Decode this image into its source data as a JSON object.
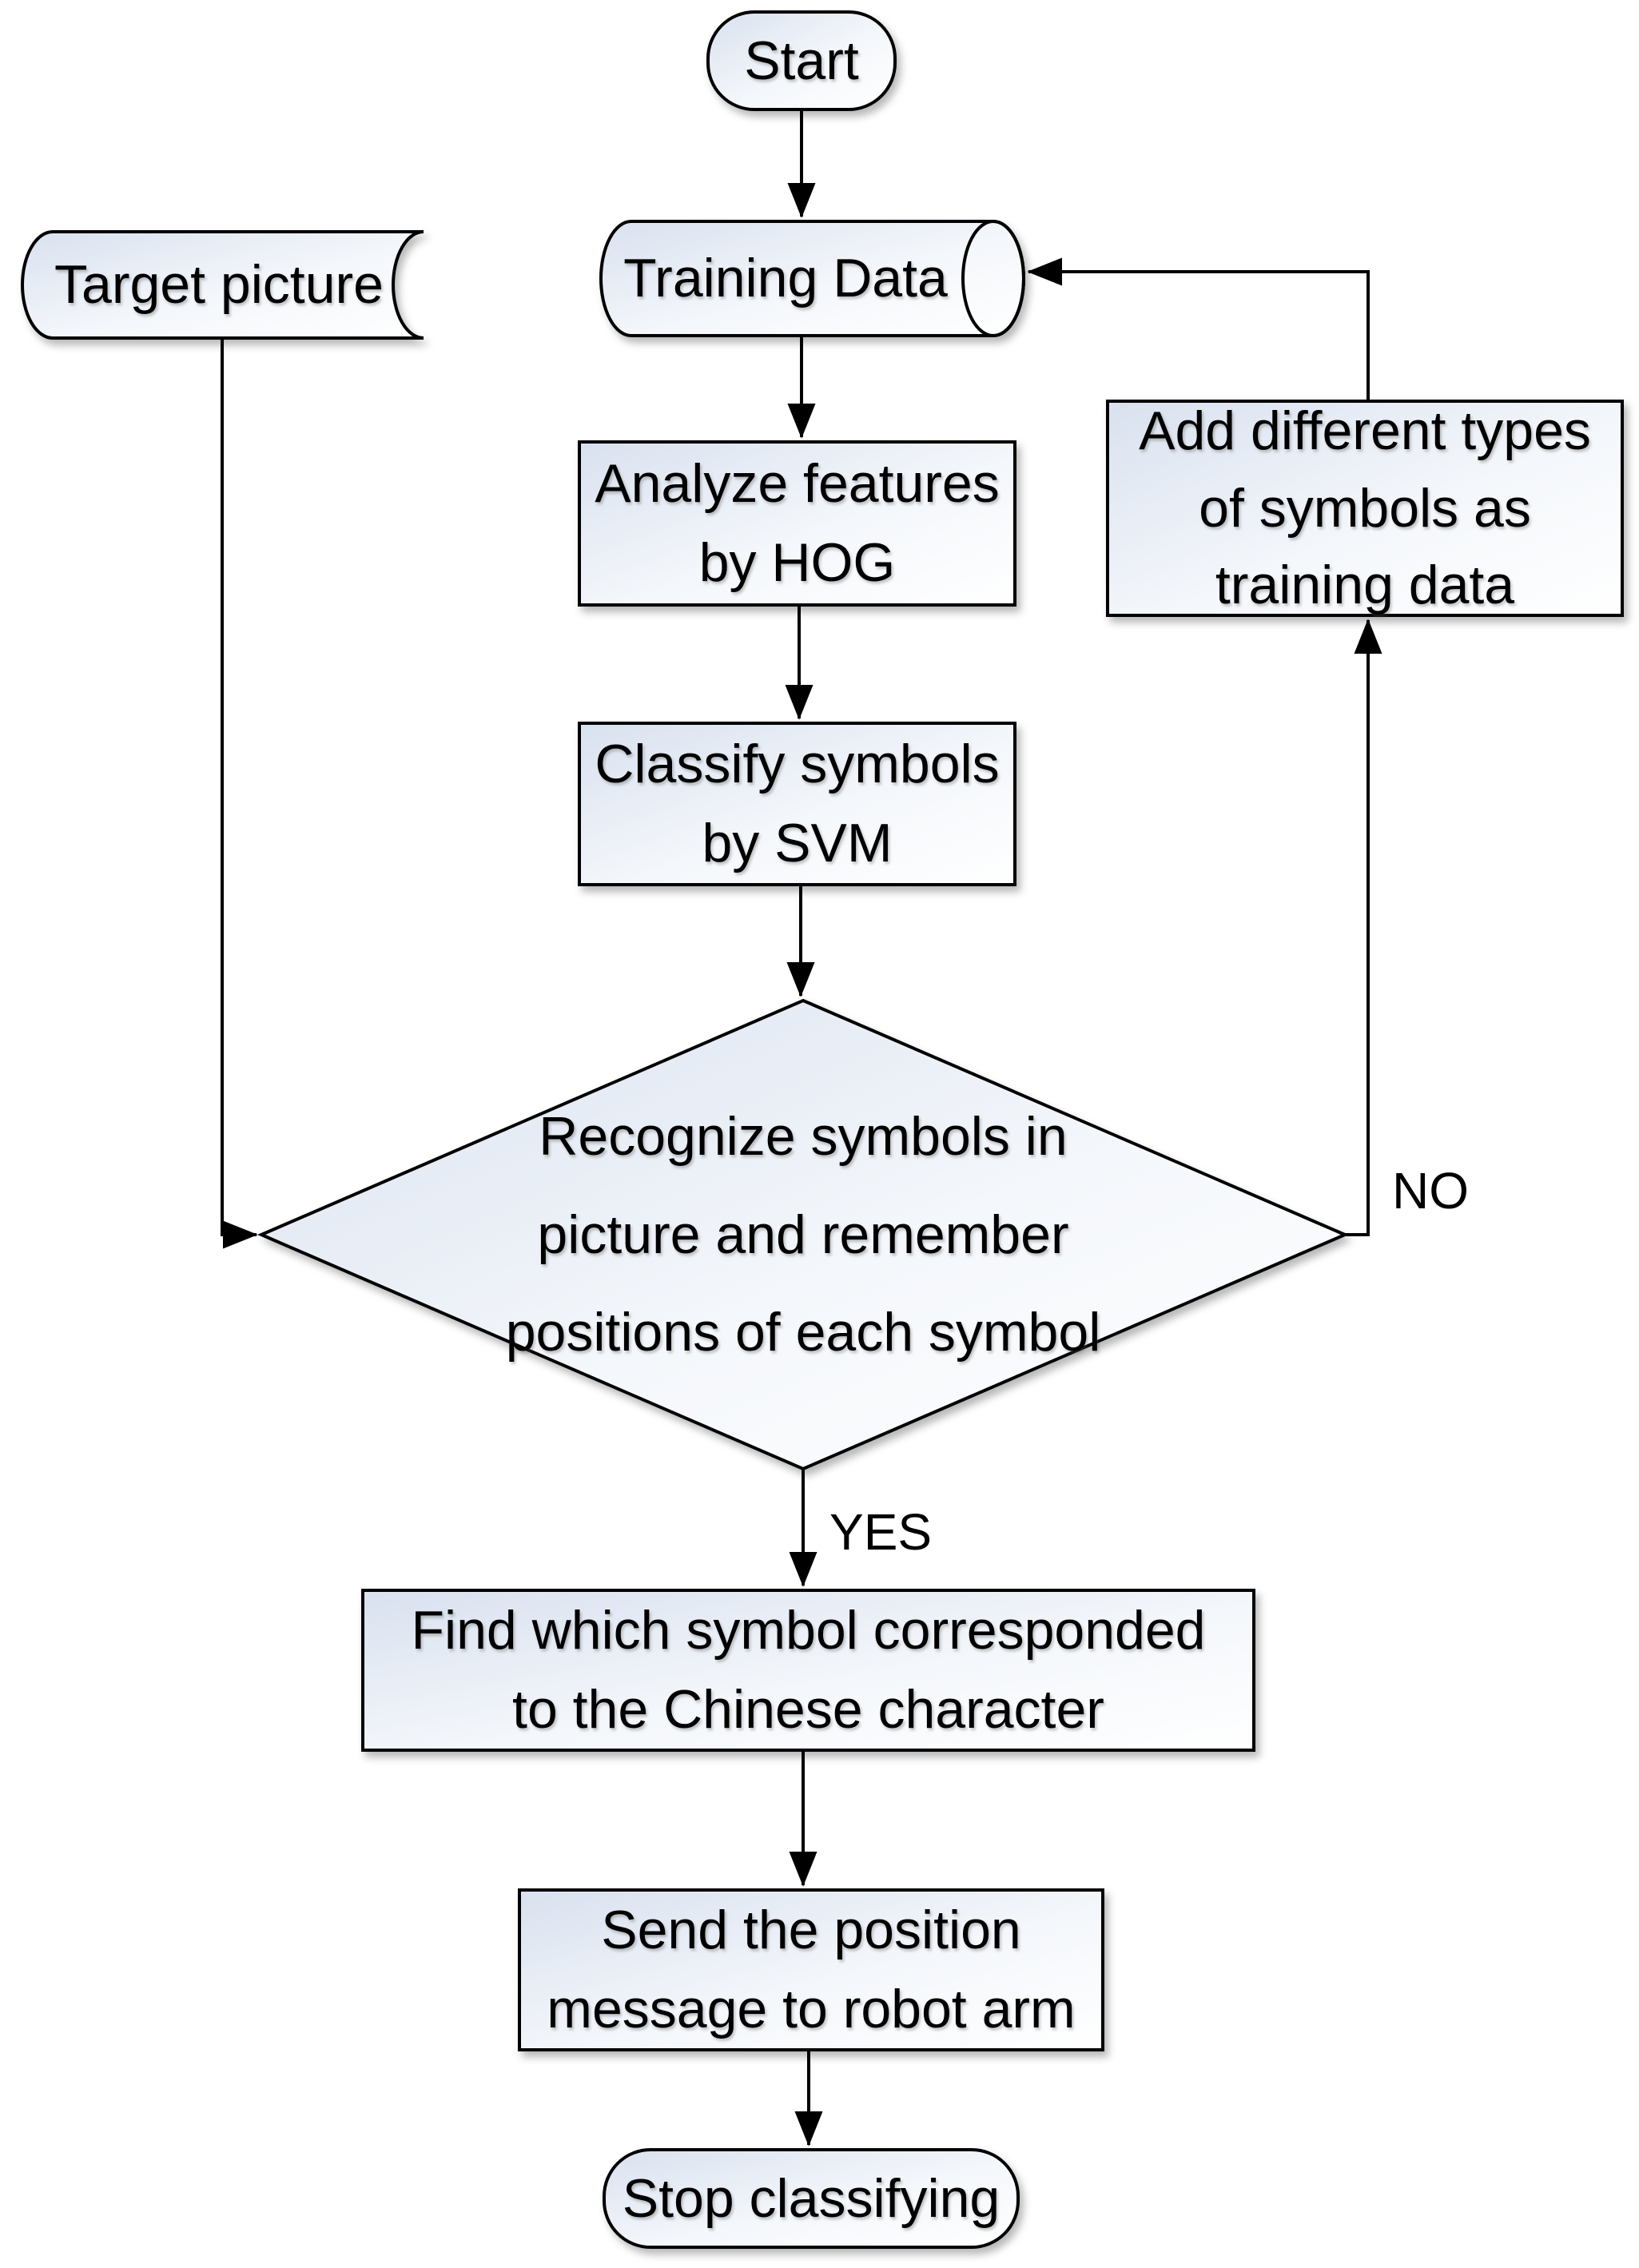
{
  "diagram": {
    "title": "Symbol classification flowchart",
    "nodes": {
      "start": {
        "type": "terminator",
        "label": "Start"
      },
      "target_picture": {
        "type": "stored-data",
        "label": "Target picture"
      },
      "training_data": {
        "type": "direct-data",
        "label": "Training Data"
      },
      "analyze": {
        "type": "process",
        "label": "Analyze features\nby HOG"
      },
      "classify": {
        "type": "process",
        "label": "Classify symbols\nby SVM"
      },
      "add_symbols": {
        "type": "process",
        "label": "Add different types\nof symbols as\ntraining data"
      },
      "decision": {
        "type": "decision",
        "label": "Recognize symbols in\npicture and remember\npositions of each symbol"
      },
      "find_symbol": {
        "type": "process",
        "label": "Find which symbol corresponded\nto the Chinese character"
      },
      "send_position": {
        "type": "process",
        "label": "Send the position\nmessage to robot arm"
      },
      "stop": {
        "type": "terminator",
        "label": "Stop classifying"
      }
    },
    "edge_labels": {
      "yes": "YES",
      "no": "NO"
    },
    "colors": {
      "stroke": "#000000",
      "text": "#000000",
      "fill_gradient_start": "#d9e1ef",
      "fill_gradient_end": "#ffffff",
      "background": "#ffffff"
    }
  }
}
